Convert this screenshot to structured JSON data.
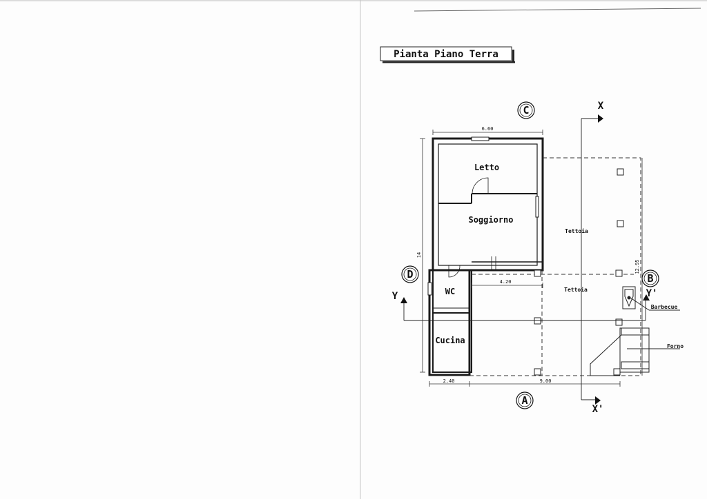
{
  "title": "Pianta Piano Terra",
  "rooms": {
    "letto": "Letto",
    "soggiorno": "Soggiorno",
    "wc": "WC",
    "cucina": "Cucina"
  },
  "labels": {
    "tettoia_upper": "Tettoia",
    "tettoia_lower": "Tettoia",
    "barbecue": "Barbecue",
    "forno": "Forno"
  },
  "dimensions": {
    "top_width": "6.60",
    "height": "14",
    "right_height": "12.95",
    "inner_width": "4.20",
    "bottom_left": "2.40",
    "bottom_total": "9.00"
  },
  "markers": {
    "top": "C",
    "left": "D",
    "right": "B",
    "bottom": "A"
  },
  "section_axes": {
    "x_start": "X",
    "x_end": "X'",
    "y_start": "Y",
    "y_end": "Y'"
  }
}
